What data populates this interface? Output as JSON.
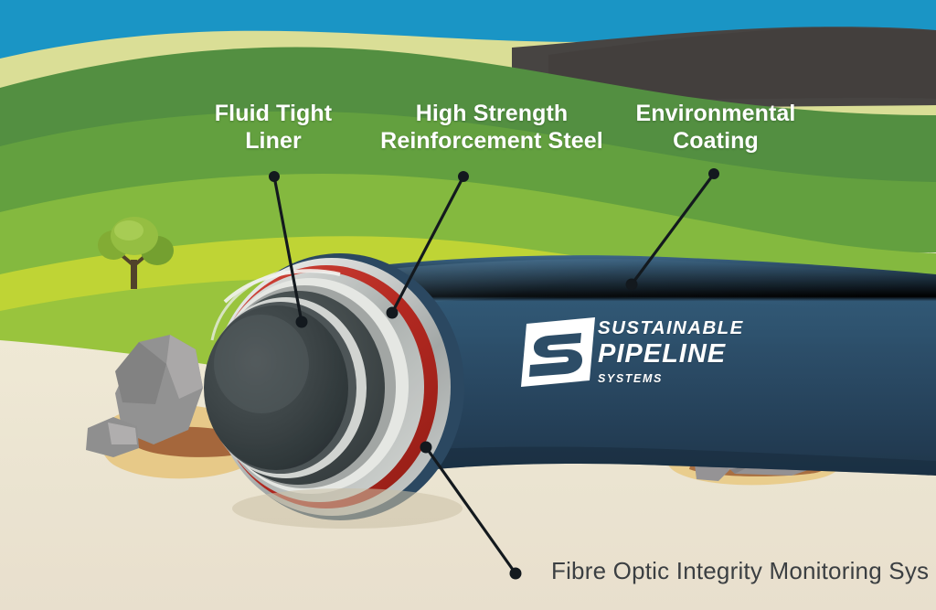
{
  "diagram": {
    "title": "Sustainable Pipeline Systems composite pipe cutaway",
    "callouts": [
      {
        "id": "fluid-tight-liner",
        "line1": "Fluid Tight",
        "line2": "Liner"
      },
      {
        "id": "reinforcement-steel",
        "line1": "High Strength",
        "line2": "Reinforcement Steel"
      },
      {
        "id": "environmental-coating",
        "line1": "Environmental",
        "line2": "Coating"
      }
    ],
    "bottom_caption": "Fibre Optic Integrity Monitoring Sys",
    "logo": {
      "mark": "stylized-s-mark",
      "line1": "SUSTAINABLE",
      "line2": "PIPELINE",
      "line3": "SYSTEMS"
    }
  },
  "colors": {
    "sky": "#1990c3",
    "hill_far_light": "#d9dd91",
    "hill_dark_green": "#4f8a3e",
    "hill_mid_green": "#6fae3e",
    "hill_bright_green": "#9cc73c",
    "hill_lime": "#c2d531",
    "hill_brown_ridge": "#44413f",
    "sand": "#ece4cf",
    "sand_warm": "#e9c97f",
    "pipe_coating": "#2b4a63",
    "pipe_coating_dark": "#22394d",
    "liner_dark": "#34393a",
    "liner_grey": "#b9bcbb",
    "liner_white": "#e6e7e4",
    "reinforcement_red": "#b92c26",
    "rock_grey": "#8d8d8d",
    "rock_light": "#b0aeae",
    "rock_shadow": "#8a4a2a",
    "tree_foliage": "#8cb83e",
    "tree_trunk": "#4d4029",
    "leader_line": "#12181c",
    "callout_text": "#ffffff",
    "caption_text": "#3b3f42",
    "logo_white": "#ffffff"
  },
  "chart_data": null
}
